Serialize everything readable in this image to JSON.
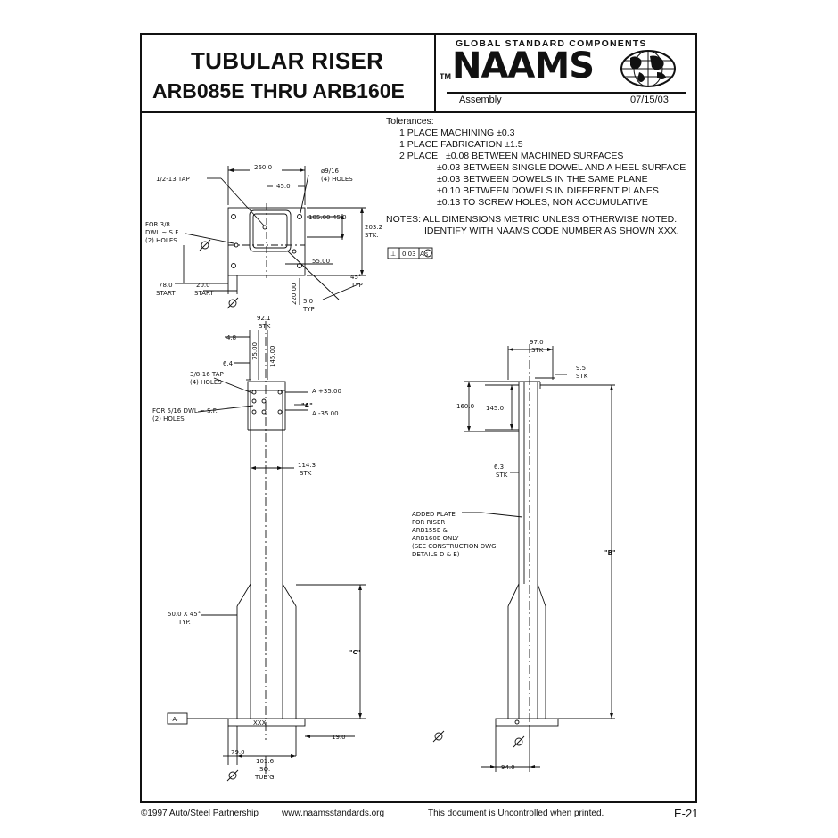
{
  "title_block": {
    "title_line1": "TUBULAR RISER",
    "title_line2": "ARB085E THRU ARB160E",
    "trademark": "TM",
    "brand_tagline": "GLOBAL STANDARD COMPONENTS",
    "brand": "NAAMS",
    "doc_type": "Assembly",
    "date": "07/15/03"
  },
  "tolerances": {
    "heading": "Tolerances:",
    "lines": [
      "1 PLACE MACHINING ±0.3",
      "1 PLACE FABRICATION ±1.5",
      "2 PLACE   ±0.08 BETWEEN MACHINED SURFACES",
      "±0.03 BETWEEN SINGLE DOWEL AND A HEEL SURFACE",
      "±0.03 BETWEEN DOWELS IN THE SAME PLANE",
      "±0.10 BETWEEN DOWELS IN DIFFERENT PLANES",
      "±0.13 TO SCREW HOLES, NON ACCUMULATIVE"
    ]
  },
  "notes": {
    "line1": "NOTES: ALL DIMENSIONS METRIC UNLESS OTHERWISE NOTED.",
    "line2": "IDENTIFY WITH NAAMS CODE NUMBER AS SHOWN XXX."
  },
  "geometric_tolerance": {
    "symbol": "⊥",
    "value": "0.03",
    "datum": "A",
    "modifier": "S"
  },
  "plan_view": {
    "dim_260": "260.0",
    "dim_45": "45.0",
    "tap": "1/2-13 TAP",
    "holes_9_16": "ø9/16",
    "holes_9_16_count": "(4) HOLES",
    "dowel_l1": "FOR 3/8",
    "dowel_l2": "DWL ~ S.F.",
    "dowel_l3": "(2) HOLES",
    "dim_105": "105.00",
    "dim_45b": "45.0",
    "dim_203": "203.2",
    "stk": "STK.",
    "dim_55": "55.00",
    "dim_78": "78.0",
    "start": "START",
    "dim_20": "20.0",
    "dim_220": "220.00",
    "dim_5": "5.0",
    "typ": "TYP",
    "deg45": "45°"
  },
  "front_view": {
    "dim_92": "92.1",
    "stk": "STK",
    "dim_4_8": "4.8",
    "dim_75": "75.00",
    "dim_145": "145.00",
    "dim_6_4": "6.4",
    "tap_l1": "3/8-16 TAP",
    "tap_l2": "(4) HOLES",
    "dowel_l1": "FOR 5/16 DWL ~ S.F.",
    "dowel_l2": "(2) HOLES",
    "a_plus": "A +35.00",
    "a_label": "\"A\"",
    "a_minus": "A -35.00",
    "dim_114": "114.3",
    "chamfer_l1": "50.0 X 45°",
    "chamfer_l2": "TYP.",
    "c_label": "\"C\"",
    "datum_a": "-A-",
    "xxx": "XXX",
    "dim_19": "19.0",
    "dim_79": "79.0",
    "dim_101_l1": "101.6",
    "dim_101_l2": "SQ.",
    "dim_101_l3": "TUB'G"
  },
  "side_view": {
    "dim_97": "97.0",
    "stk": "STK",
    "dim_9_5": "9.5",
    "dim_160": "160.0",
    "dim_145": "145.0",
    "dim_6_3": "6.3",
    "added_l1": "ADDED PLATE",
    "added_l2": "FOR RISER",
    "added_l3": "ARB155E &",
    "added_l4": "ARB160E ONLY",
    "added_l5": "(SEE CONSTRUCTION DWG",
    "added_l6": "DETAILS D & E)",
    "b_label": "\"B\"",
    "dim_94": "94.0"
  },
  "footer": {
    "copyright": "©1997 Auto/Steel Partnership",
    "website": "www.naamsstandards.org",
    "disclaimer": "This document is Uncontrolled when printed.",
    "sheet": "E-21"
  }
}
